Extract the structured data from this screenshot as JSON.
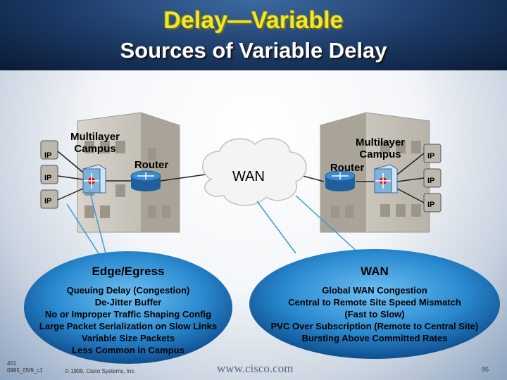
{
  "title": "Delay—Variable",
  "subtitle": "Sources of Variable Delay",
  "left_site": {
    "switch_label_line1": "Multilayer",
    "switch_label_line2": "Campus",
    "router_label": "Router",
    "phones": [
      "IP",
      "IP",
      "IP"
    ]
  },
  "wan_cloud_label": "WAN",
  "right_site": {
    "switch_label_line1": "Multilayer",
    "switch_label_line2": "Campus",
    "router_label": "Router",
    "phones": [
      "IP",
      "IP",
      "IP"
    ]
  },
  "edge_bubble": {
    "heading": "Edge/Egress",
    "lines": [
      "Queuing Delay (Congestion)",
      "De-Jitter Buffer",
      "No or Improper Traffic Shaping Config",
      "Large Packet Serialization on Slow Links",
      "Variable Size Packets",
      "Less Common in Campus"
    ]
  },
  "wan_bubble": {
    "heading": "WAN",
    "lines": [
      "Global WAN Congestion",
      "Central to Remote Site Speed Mismatch",
      "(Fast to Slow)",
      "PVC Over Subscription (Remote to Central Site)",
      "Bursting Above Committed Rates"
    ]
  },
  "footer": {
    "code_line1": "401",
    "code_line2": "0985_05f9_c1",
    "copyright": "© 1999, Cisco Systems, Inc.",
    "website": "www.cisco.com",
    "page": "95"
  },
  "colors": {
    "title": "#f2e62a",
    "bubble": "#2a8ad0",
    "router": "#2f7bbf"
  }
}
